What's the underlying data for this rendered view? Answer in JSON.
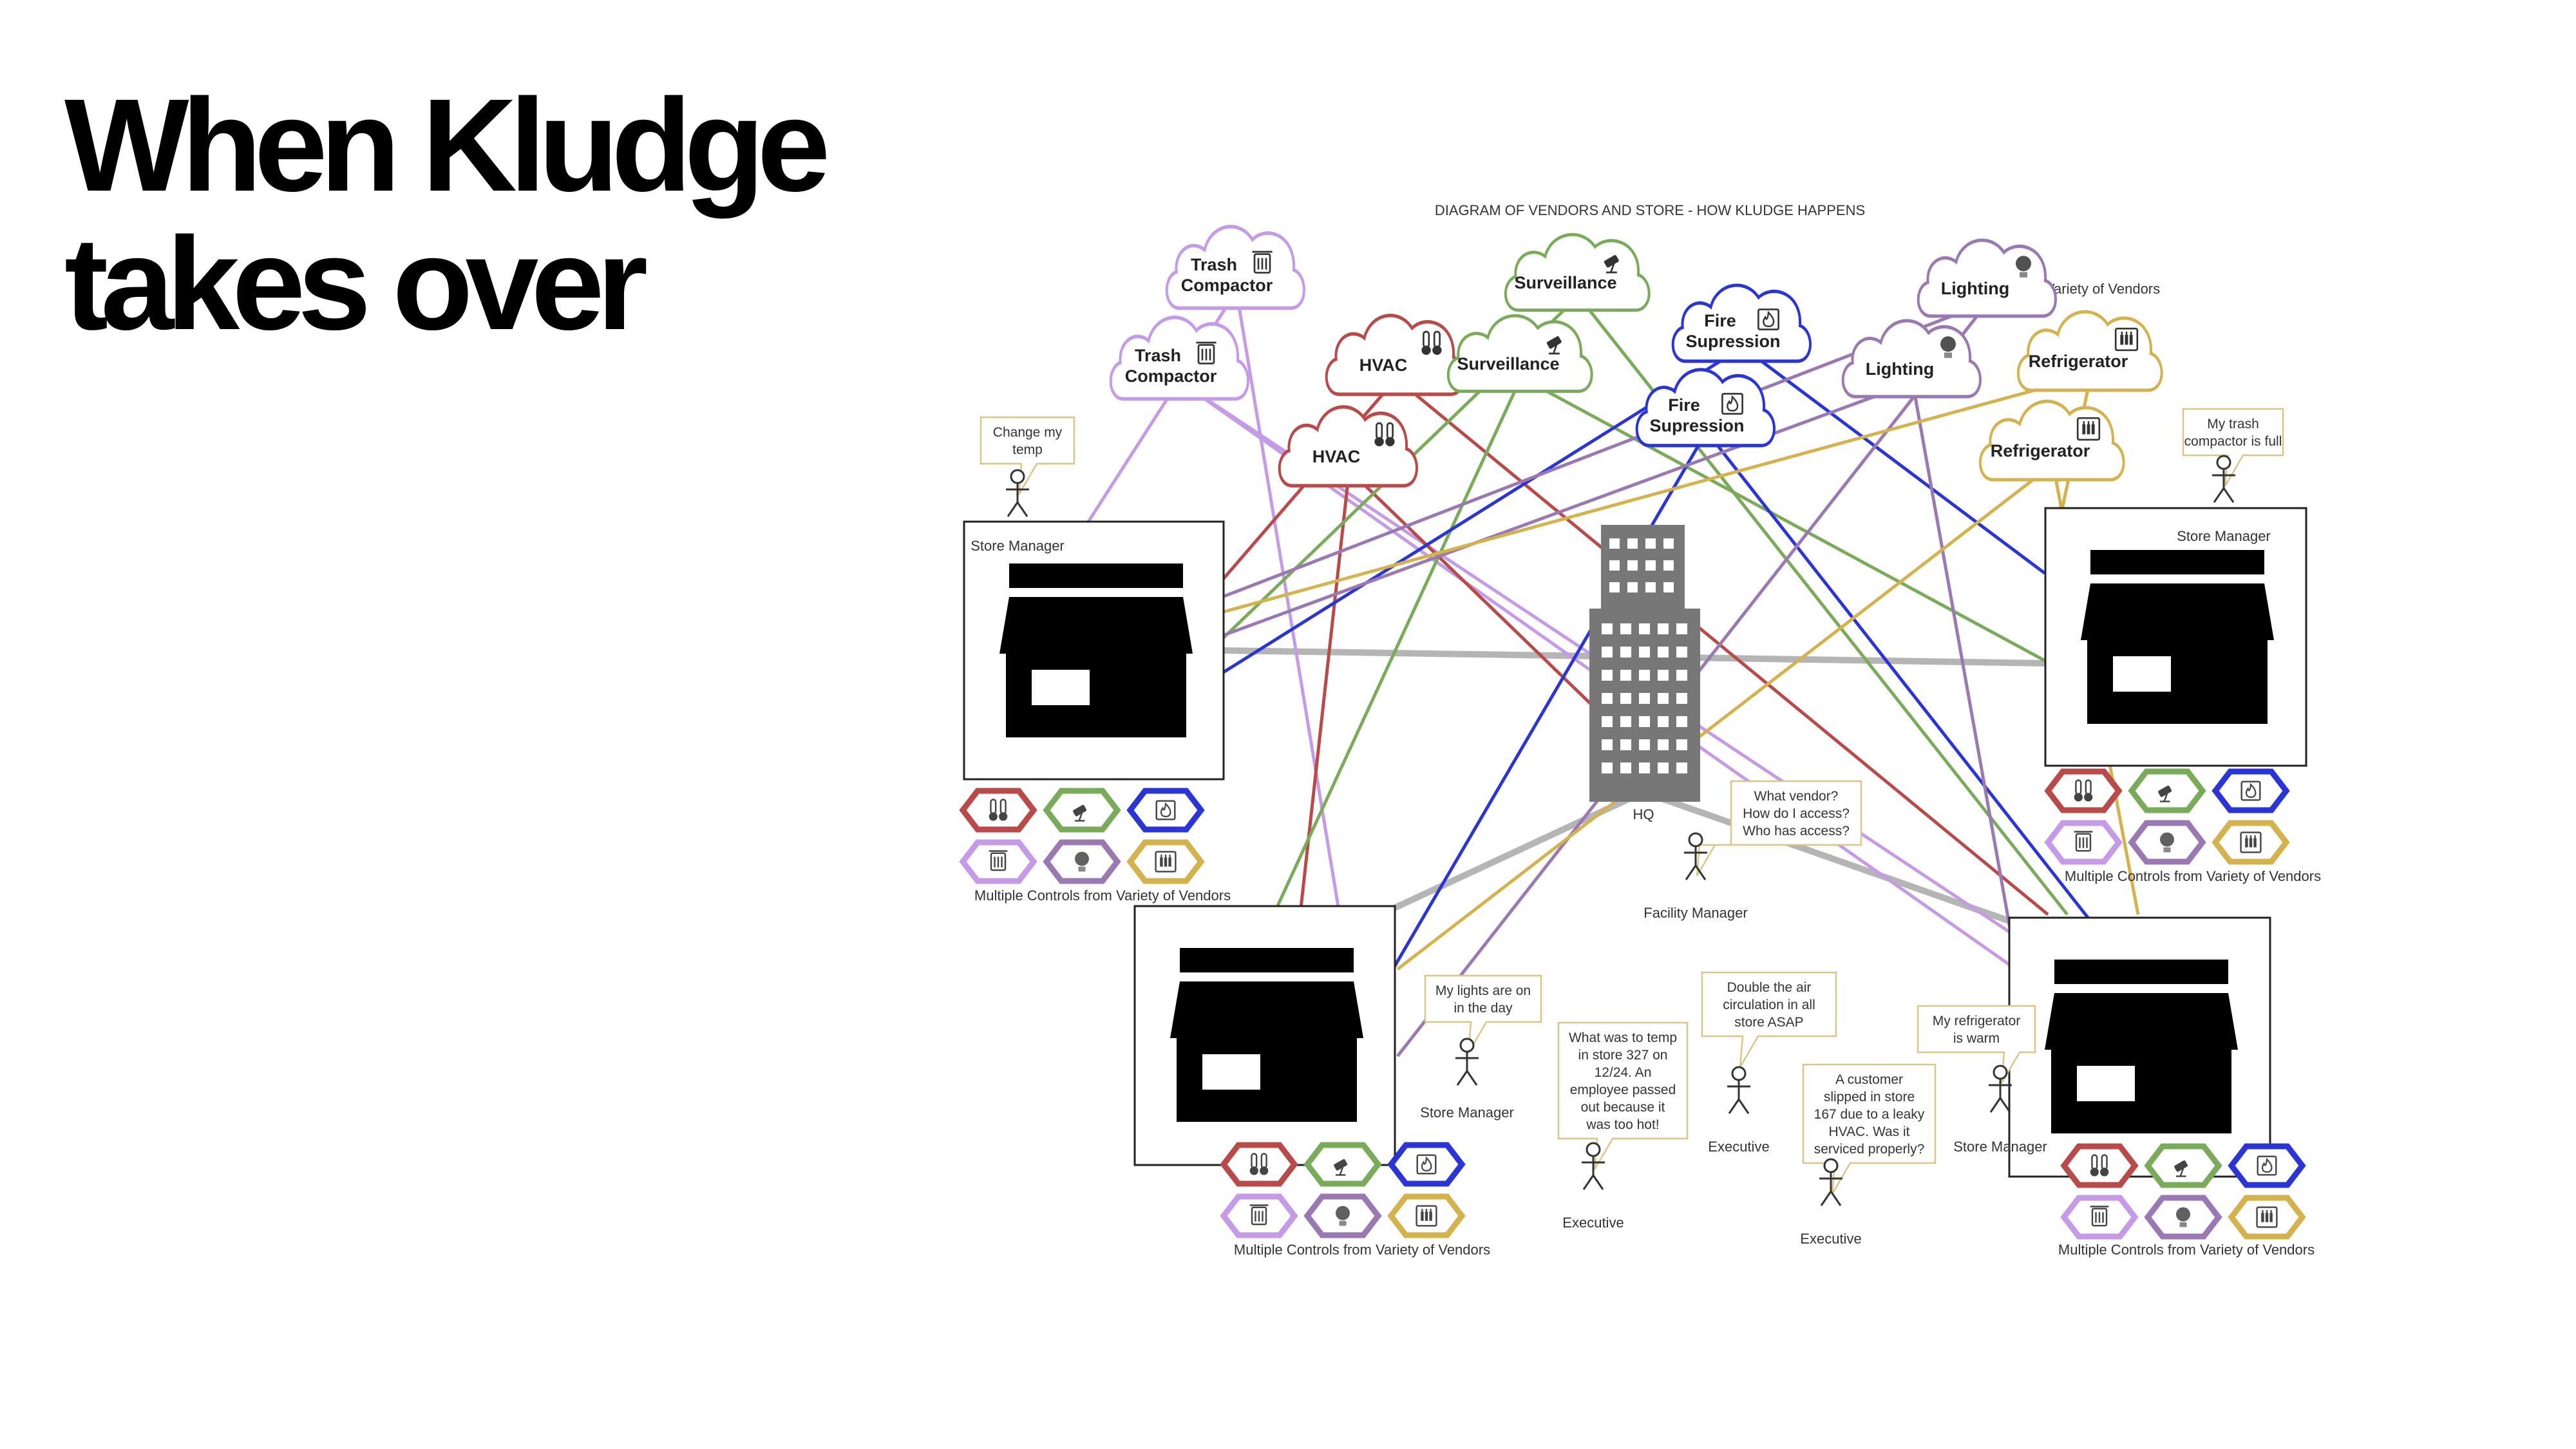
{
  "slide": {
    "title_line1": "When Kludge",
    "title_line2": "takes over"
  },
  "diagram": {
    "title": "DIAGRAM OF VENDORS AND STORE - HOW KLUDGE  HAPPENS",
    "hq_label": "HQ",
    "vendors_label": "Variety of Vendors",
    "controls_label": "Multiple Controls from Variety of Vendors",
    "colors": {
      "hvac": "#b84a4a",
      "surveillance": "#7aab5a",
      "fire": "#2b35d6",
      "trash": "#c59ae6",
      "lighting": "#9a78b2",
      "refrigerator": "#d4b24e",
      "hq_link": "#b5b5b5",
      "building": "#777777"
    },
    "vendors": [
      {
        "type": "trash",
        "line1": "Trash",
        "line2": "Compactor",
        "icon": "trash-icon"
      },
      {
        "type": "trash",
        "line1": "Trash",
        "line2": "Compactor",
        "icon": "trash-icon"
      },
      {
        "type": "hvac",
        "line1": "HVAC",
        "line2": "",
        "icon": "thermometer-icon"
      },
      {
        "type": "hvac",
        "line1": "HVAC",
        "line2": "",
        "icon": "thermometer-icon"
      },
      {
        "type": "surveillance",
        "line1": "Surveillance",
        "line2": "",
        "icon": "camera-icon"
      },
      {
        "type": "surveillance",
        "line1": "Surveillance",
        "line2": "",
        "icon": "camera-icon"
      },
      {
        "type": "fire",
        "line1": "Fire",
        "line2": "Supression",
        "icon": "flame-icon"
      },
      {
        "type": "fire",
        "line1": "Fire",
        "line2": "Supression",
        "icon": "flame-icon"
      },
      {
        "type": "lighting",
        "line1": "Lighting",
        "line2": "",
        "icon": "bulb-icon"
      },
      {
        "type": "lighting",
        "line1": "Lighting",
        "line2": "",
        "icon": "bulb-icon"
      },
      {
        "type": "refrigerator",
        "line1": "Refrigerator",
        "line2": "",
        "icon": "bottles-icon"
      },
      {
        "type": "refrigerator",
        "line1": "Refrigerator",
        "line2": "",
        "icon": "bottles-icon"
      }
    ],
    "stores": [
      {
        "role": "Store Manager",
        "note": [
          "Change my",
          "temp"
        ]
      },
      {
        "role": "Store Manager",
        "note": [
          "My trash",
          "compactor is full"
        ]
      },
      {
        "role": "Store Manager",
        "note": [
          "My lights are on",
          "in the day"
        ]
      },
      {
        "role": "Store Manager",
        "note": [
          "My refrigerator",
          "is warm"
        ]
      }
    ],
    "people": [
      {
        "role": "Facility Manager",
        "note": [
          "What vendor?",
          "How do I access?",
          "Who has access?"
        ]
      },
      {
        "role": "Executive",
        "note": [
          "What was to temp",
          "in store 327 on",
          "12/24. An",
          "employee passed",
          "out because it",
          "was too hot!"
        ]
      },
      {
        "role": "Executive",
        "note": [
          "Double the air",
          "circulation in all",
          "store ASAP"
        ]
      },
      {
        "role": "Executive",
        "note": [
          "A customer",
          "slipped in store",
          "167 due to a leaky",
          "HVAC. Was it",
          "serviced properly?"
        ]
      }
    ],
    "control_icons": [
      "thermometer-icon",
      "camera-icon",
      "flame-icon",
      "trash-icon",
      "bulb-icon",
      "bottles-icon"
    ],
    "control_types": [
      "hvac",
      "surveillance",
      "fire",
      "trash",
      "lighting",
      "refrigerator"
    ]
  }
}
